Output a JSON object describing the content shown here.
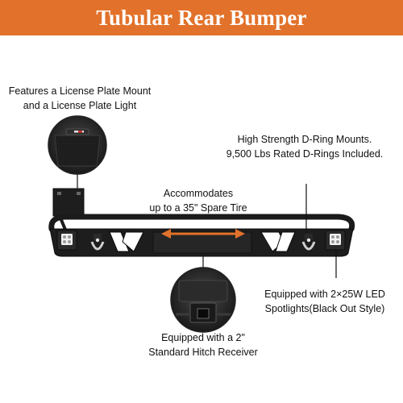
{
  "header": {
    "title": "Tubular Rear Bumper",
    "background": "#e2722b"
  },
  "callouts": {
    "license_plate": {
      "line1": "Features a License Plate Mount",
      "line2": "and a License Plate Light"
    },
    "d_ring": {
      "line1": "High Strength D-Ring Mounts.",
      "line2": "9,500 Lbs Rated D-Rings Included."
    },
    "spare_tire": {
      "line1": "Accommodates",
      "line2": "up to a 35\" Spare Tire"
    },
    "spotlights": {
      "line1": "Equipped with 2×25W  LED",
      "line2": "Spotlights(Black Out Style)"
    },
    "hitch": {
      "line1": "Equipped with a 2\"",
      "line2": "Standard Hitch Receiver"
    }
  },
  "colors": {
    "accent_arrow": "#e2722b",
    "bumper": "#1b1b1b"
  },
  "icons": [
    "shackle-icon",
    "spotlight-icon",
    "double-arrow-icon"
  ]
}
